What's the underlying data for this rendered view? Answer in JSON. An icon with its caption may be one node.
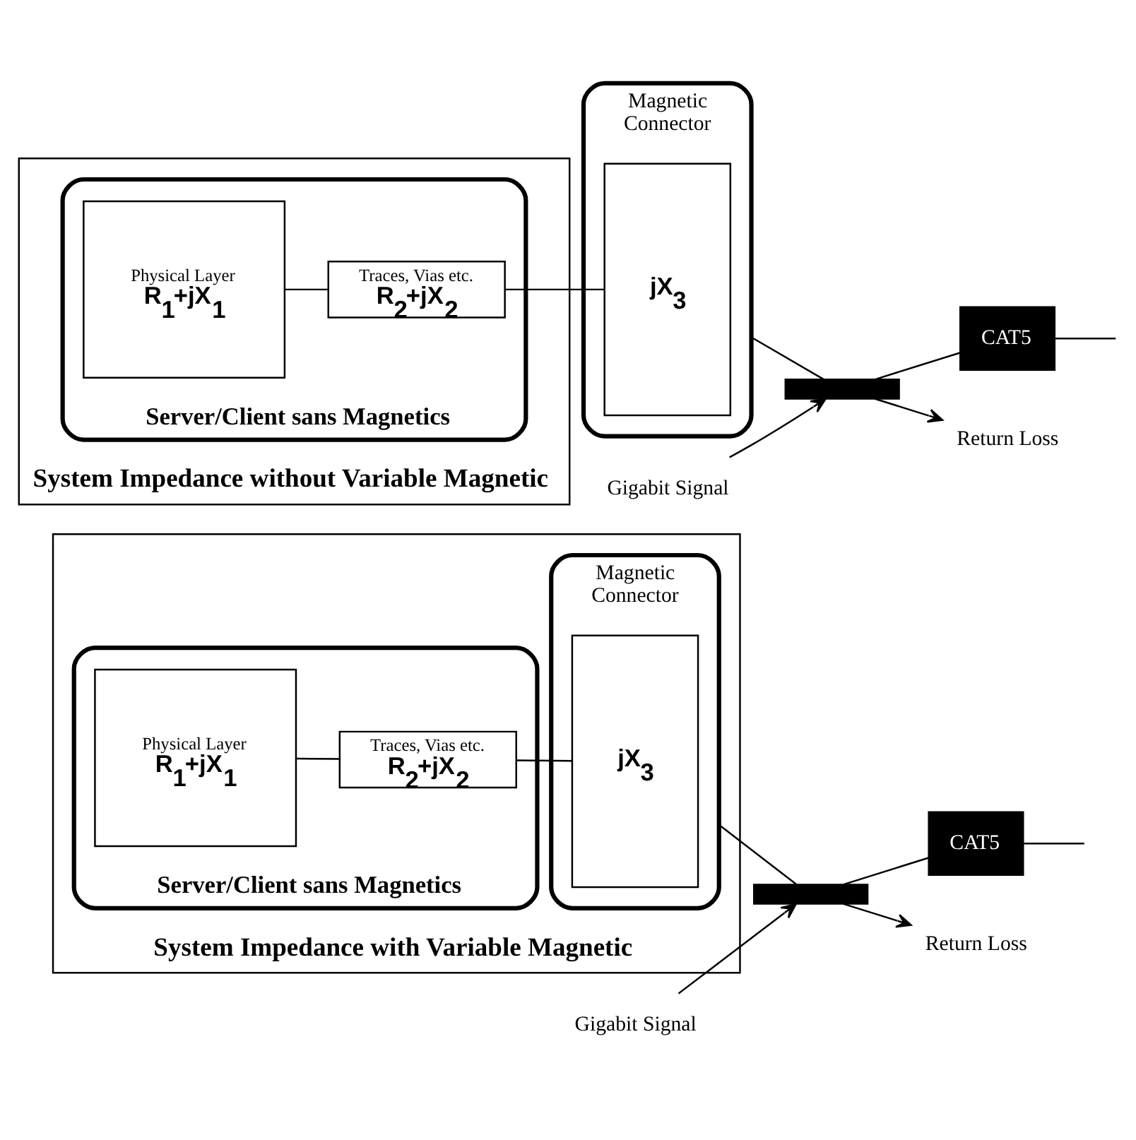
{
  "diagram": {
    "nodes": [
      {
        "text": [
          "System Impedance without Variable Magnetic"
        ]
      },
      {
        "text": [
          "Server/Client sans Magnetics"
        ],
        "in": 0
      },
      {
        "text": [
          "Physical Layer",
          "R$_{1}$+jX$_{1}$"
        ],
        "in": 1
      },
      {
        "text": [
          "Traces, Vias etc.",
          "R$_{2}$+jX$_{2}$"
        ],
        "in": 1
      },
      {
        "text": [
          "Magnetic",
          "Connector"
        ]
      },
      {
        "text": [
          "jX$_{3}$"
        ],
        "in": 4
      },
      {
        "text": [],
        "shape": "bar"
      },
      {
        "text": [
          "CAT5"
        ]
      },
      {
        "text": [
          "Gigabit Signal"
        ]
      },
      {
        "text": [
          "Return Loss"
        ]
      },
      {
        "text": [
          "System Impedance with Variable Magnetic"
        ]
      },
      {
        "text": [
          "Server/Client sans Magnetics"
        ],
        "in": 10
      },
      {
        "text": [
          "Physical Layer",
          "R$_{1}$+jX$_{1}$"
        ],
        "in": 11
      },
      {
        "text": [
          "Traces, Vias etc.",
          "R$_{2}$+jX$_{2}$"
        ],
        "in": 11
      },
      {
        "text": [
          "Magnetic",
          "Connector"
        ],
        "in": 10
      },
      {
        "text": [
          "jX$_{3}$"
        ],
        "in": 14
      },
      {
        "text": [],
        "shape": "bar"
      },
      {
        "text": [
          "CAT5"
        ]
      },
      {
        "text": [
          "Gigabit Signal"
        ]
      },
      {
        "text": [
          "Return Loss"
        ]
      }
    ],
    "edges": [
      {
        "from": 2,
        "to": 3,
        "arrow": "none"
      },
      {
        "from": 3,
        "to": 5,
        "arrow": "none"
      },
      {
        "from": 4,
        "to": 6,
        "arrow": "none"
      },
      {
        "from": 6,
        "to": 7,
        "arrow": "none"
      },
      {
        "from": 7,
        "to": null,
        "arrow": "none"
      },
      {
        "from": 8,
        "to": 6,
        "arrow": "to"
      },
      {
        "from": 6,
        "to": 9,
        "arrow": "to"
      },
      {
        "from": 12,
        "to": 13,
        "arrow": "none"
      },
      {
        "from": 13,
        "to": 15,
        "arrow": "none"
      },
      {
        "from": 14,
        "to": 16,
        "arrow": "none"
      },
      {
        "from": 16,
        "to": 17,
        "arrow": "none"
      },
      {
        "from": 17,
        "to": null,
        "arrow": "none"
      },
      {
        "from": 18,
        "to": 16,
        "arrow": "to"
      },
      {
        "from": 16,
        "to": 19,
        "arrow": "to"
      }
    ]
  }
}
